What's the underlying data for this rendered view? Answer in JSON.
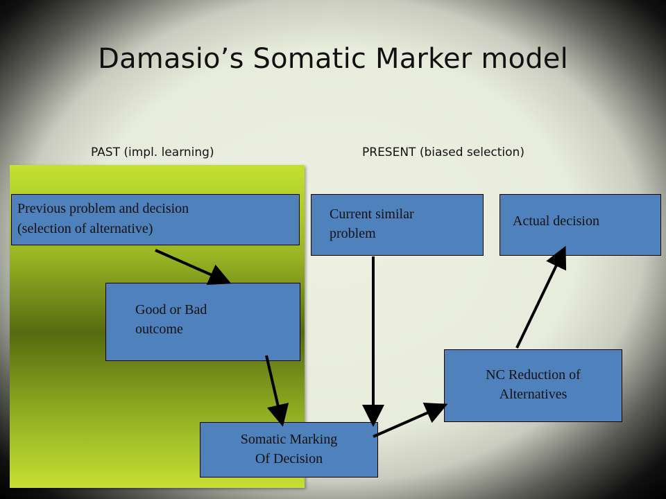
{
  "slide": {
    "title": "Damasio’s Somatic Marker model",
    "past_label": "PAST (impl. learning)",
    "present_label": "PRESENT (biased selection)"
  },
  "boxes": {
    "previous": [
      "Previous problem and decision",
      "(selection of alternative)"
    ],
    "outcome": [
      "Good or Bad",
      "outcome"
    ],
    "somatic": [
      "Somatic Marking",
      "Of Decision"
    ],
    "current": [
      "Current similar",
      "problem"
    ],
    "actual": [
      "Actual decision"
    ],
    "nc": [
      "NC Reduction of",
      "Alternatives"
    ]
  },
  "colors": {
    "box_fill": "#4f81bd",
    "past_panel": "#9ab424",
    "arrow": "#000000"
  }
}
